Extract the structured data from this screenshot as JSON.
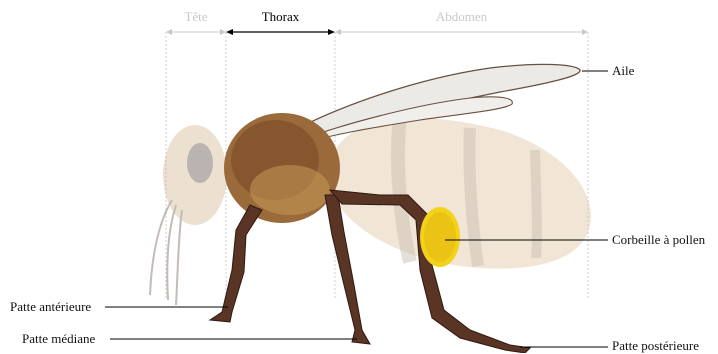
{
  "sections": {
    "head": "Tête",
    "thorax": "Thorax",
    "abdomen": "Abdomen"
  },
  "labels": {
    "wing": "Aile",
    "pollen_basket": "Corbeille à pollen",
    "front_leg": "Patte antérieure",
    "middle_leg": "Patte médiane",
    "hind_leg": "Patte postérieure"
  },
  "colors": {
    "faded_text": "#c8c8c8",
    "pollen": "#f3d21b",
    "thorax_fur": "#8a5a2e",
    "leg": "#5a3424"
  }
}
